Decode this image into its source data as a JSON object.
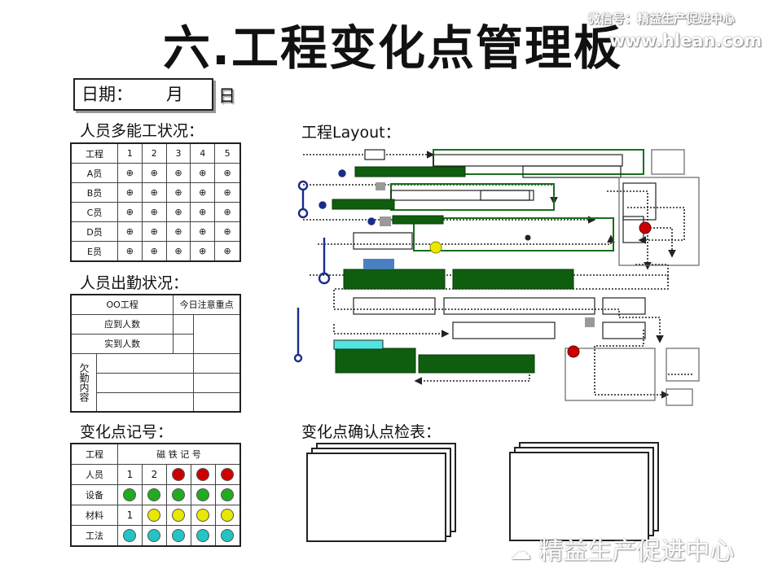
{
  "title": "六.工程变化点管理板",
  "watermark": {
    "wechat": "微信号：精益生产促进中心",
    "url": "www.hlean.com",
    "logo": "精益生产促进中心"
  },
  "date": {
    "label": "日期：",
    "month": "月",
    "day": "日"
  },
  "skill": {
    "heading": "人员多能工状况：",
    "header": [
      "工程",
      "1",
      "2",
      "3",
      "4",
      "5"
    ],
    "symbol": "⊕",
    "rows": [
      "A员",
      "B员",
      "C员",
      "D员",
      "E员"
    ]
  },
  "attendance": {
    "heading": "人员出勤状况：",
    "process": "OO工程",
    "notes": "今日注意重点",
    "expected": "应到人数",
    "actual": "实到人数",
    "absence": "欠勤内容"
  },
  "marks": {
    "heading": "变化点记号：",
    "col_process": "工程",
    "col_magnet": "磁 铁 记 号",
    "rows": [
      {
        "label": "人员",
        "n1": "1",
        "n2": "2",
        "dots": [
          "",
          "",
          "red",
          "red",
          "red"
        ]
      },
      {
        "label": "设备",
        "dots": [
          "green",
          "green",
          "green",
          "green",
          "green"
        ]
      },
      {
        "label": "材料",
        "n1": "1",
        "dots": [
          "",
          "yellow",
          "yellow",
          "yellow",
          "yellow"
        ]
      },
      {
        "label": "工法",
        "dots": [
          "cyan",
          "cyan",
          "cyan",
          "cyan",
          "cyan"
        ]
      }
    ],
    "colors": {
      "red": "#cc0000",
      "green": "#22aa22",
      "yellow": "#e8e800",
      "cyan": "#22c4c4"
    }
  },
  "layout": {
    "heading": "工程Layout："
  },
  "checklist": {
    "heading": "变化点确认点检表："
  }
}
